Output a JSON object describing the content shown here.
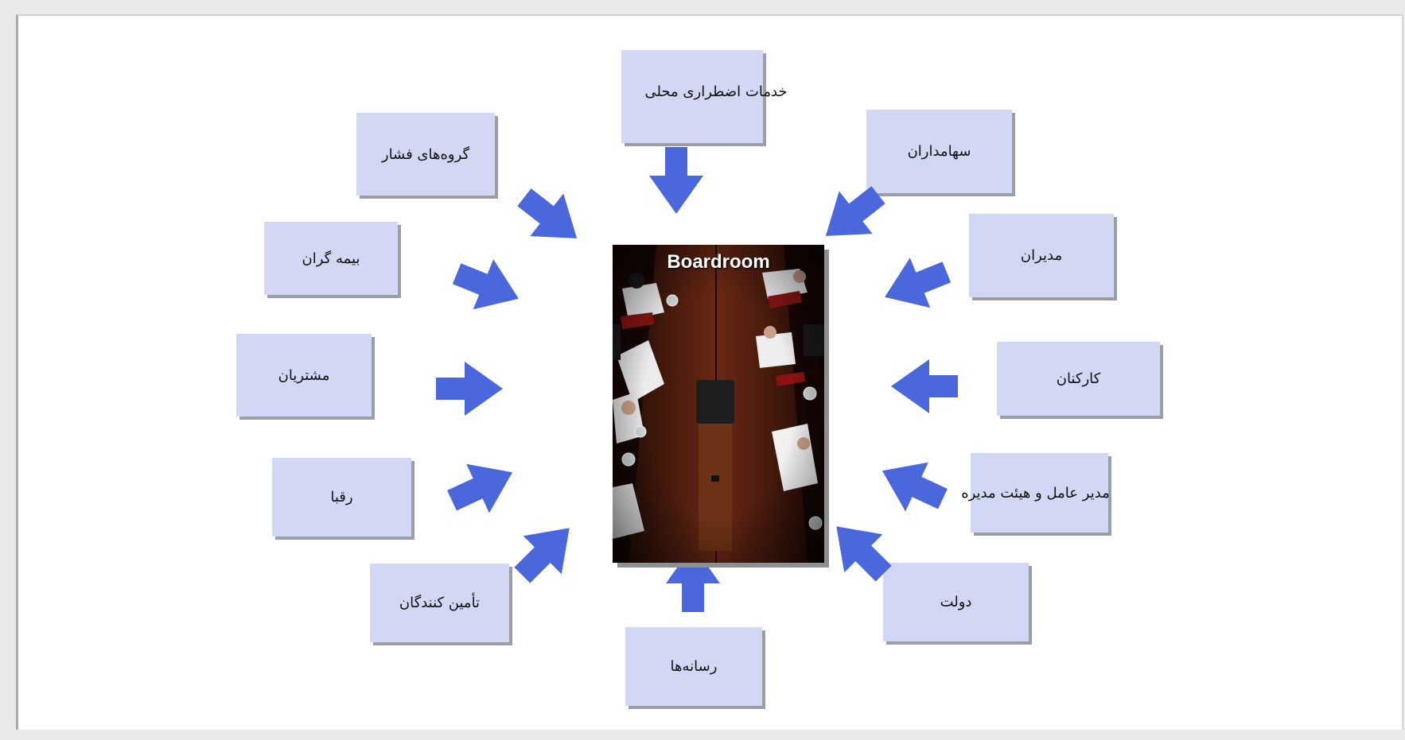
{
  "center": {
    "label": "Boardroom"
  },
  "stakeholders": [
    {
      "id": "local-emergency",
      "label": "خدمات اضطراری محلی"
    },
    {
      "id": "shareholders",
      "label": "سهامداران"
    },
    {
      "id": "managers",
      "label": "مدیران"
    },
    {
      "id": "employees",
      "label": "کارکنان"
    },
    {
      "id": "ceo-board",
      "label": "مدیر عامل و هیئت مدیره"
    },
    {
      "id": "government",
      "label": "دولت"
    },
    {
      "id": "media",
      "label": "رسانه‌ها"
    },
    {
      "id": "suppliers",
      "label": "تأمین کنندگان"
    },
    {
      "id": "competitors",
      "label": "رقبا"
    },
    {
      "id": "customers",
      "label": "مشتریان"
    },
    {
      "id": "insurers",
      "label": "بیمه گران"
    },
    {
      "id": "pressure-groups",
      "label": "گروه‌های فشار"
    }
  ],
  "colors": {
    "box_fill": "#d2d7f3",
    "arrow_fill": "#4a67dc",
    "box_shadow": "#9a9ea8"
  }
}
